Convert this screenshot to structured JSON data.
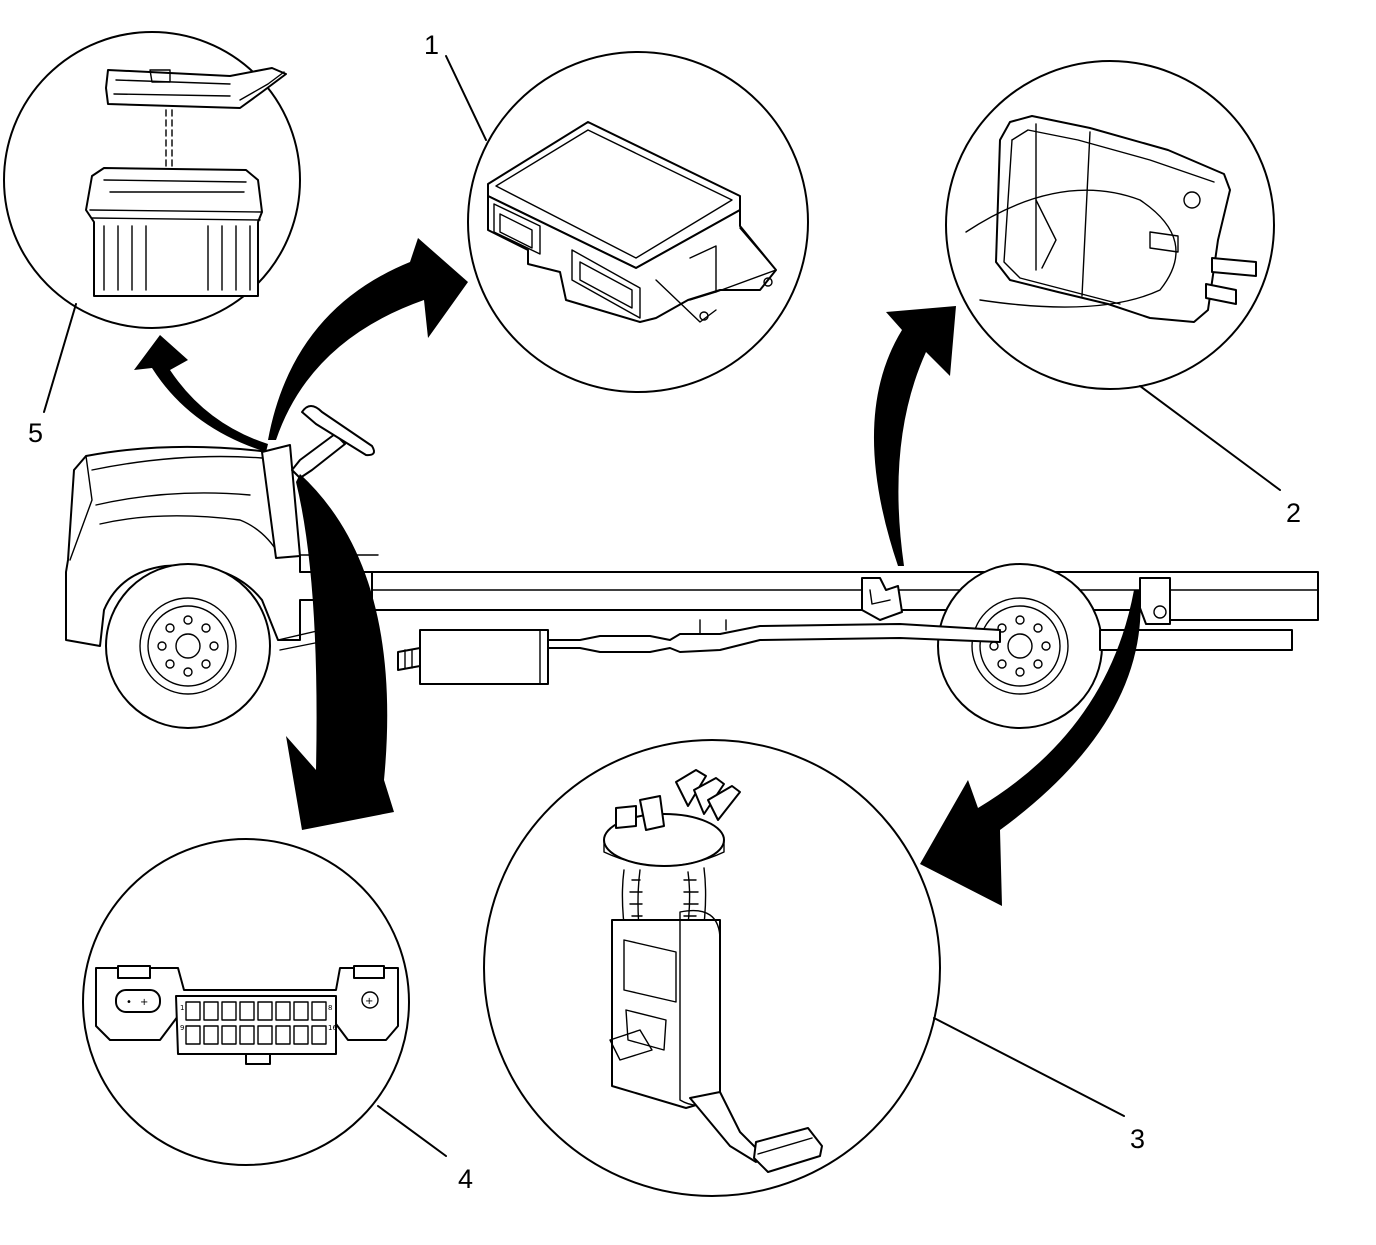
{
  "callouts": {
    "c1": "1",
    "c2": "2",
    "c3": "3",
    "c4": "4",
    "c5": "5"
  },
  "connector_pins": {
    "pin_1": "1",
    "pin_8": "8",
    "pin_9": "9",
    "pin_16": "16"
  },
  "icons": {
    "module": "control-module-icon",
    "canister": "evap-canister-icon",
    "fuel_pump": "fuel-pump-module-icon",
    "connector": "dlc-connector-icon",
    "relay_box": "relay-box-icon",
    "chassis": "truck-chassis-icon"
  },
  "colors": {
    "line": "#000000",
    "background": "#ffffff"
  }
}
